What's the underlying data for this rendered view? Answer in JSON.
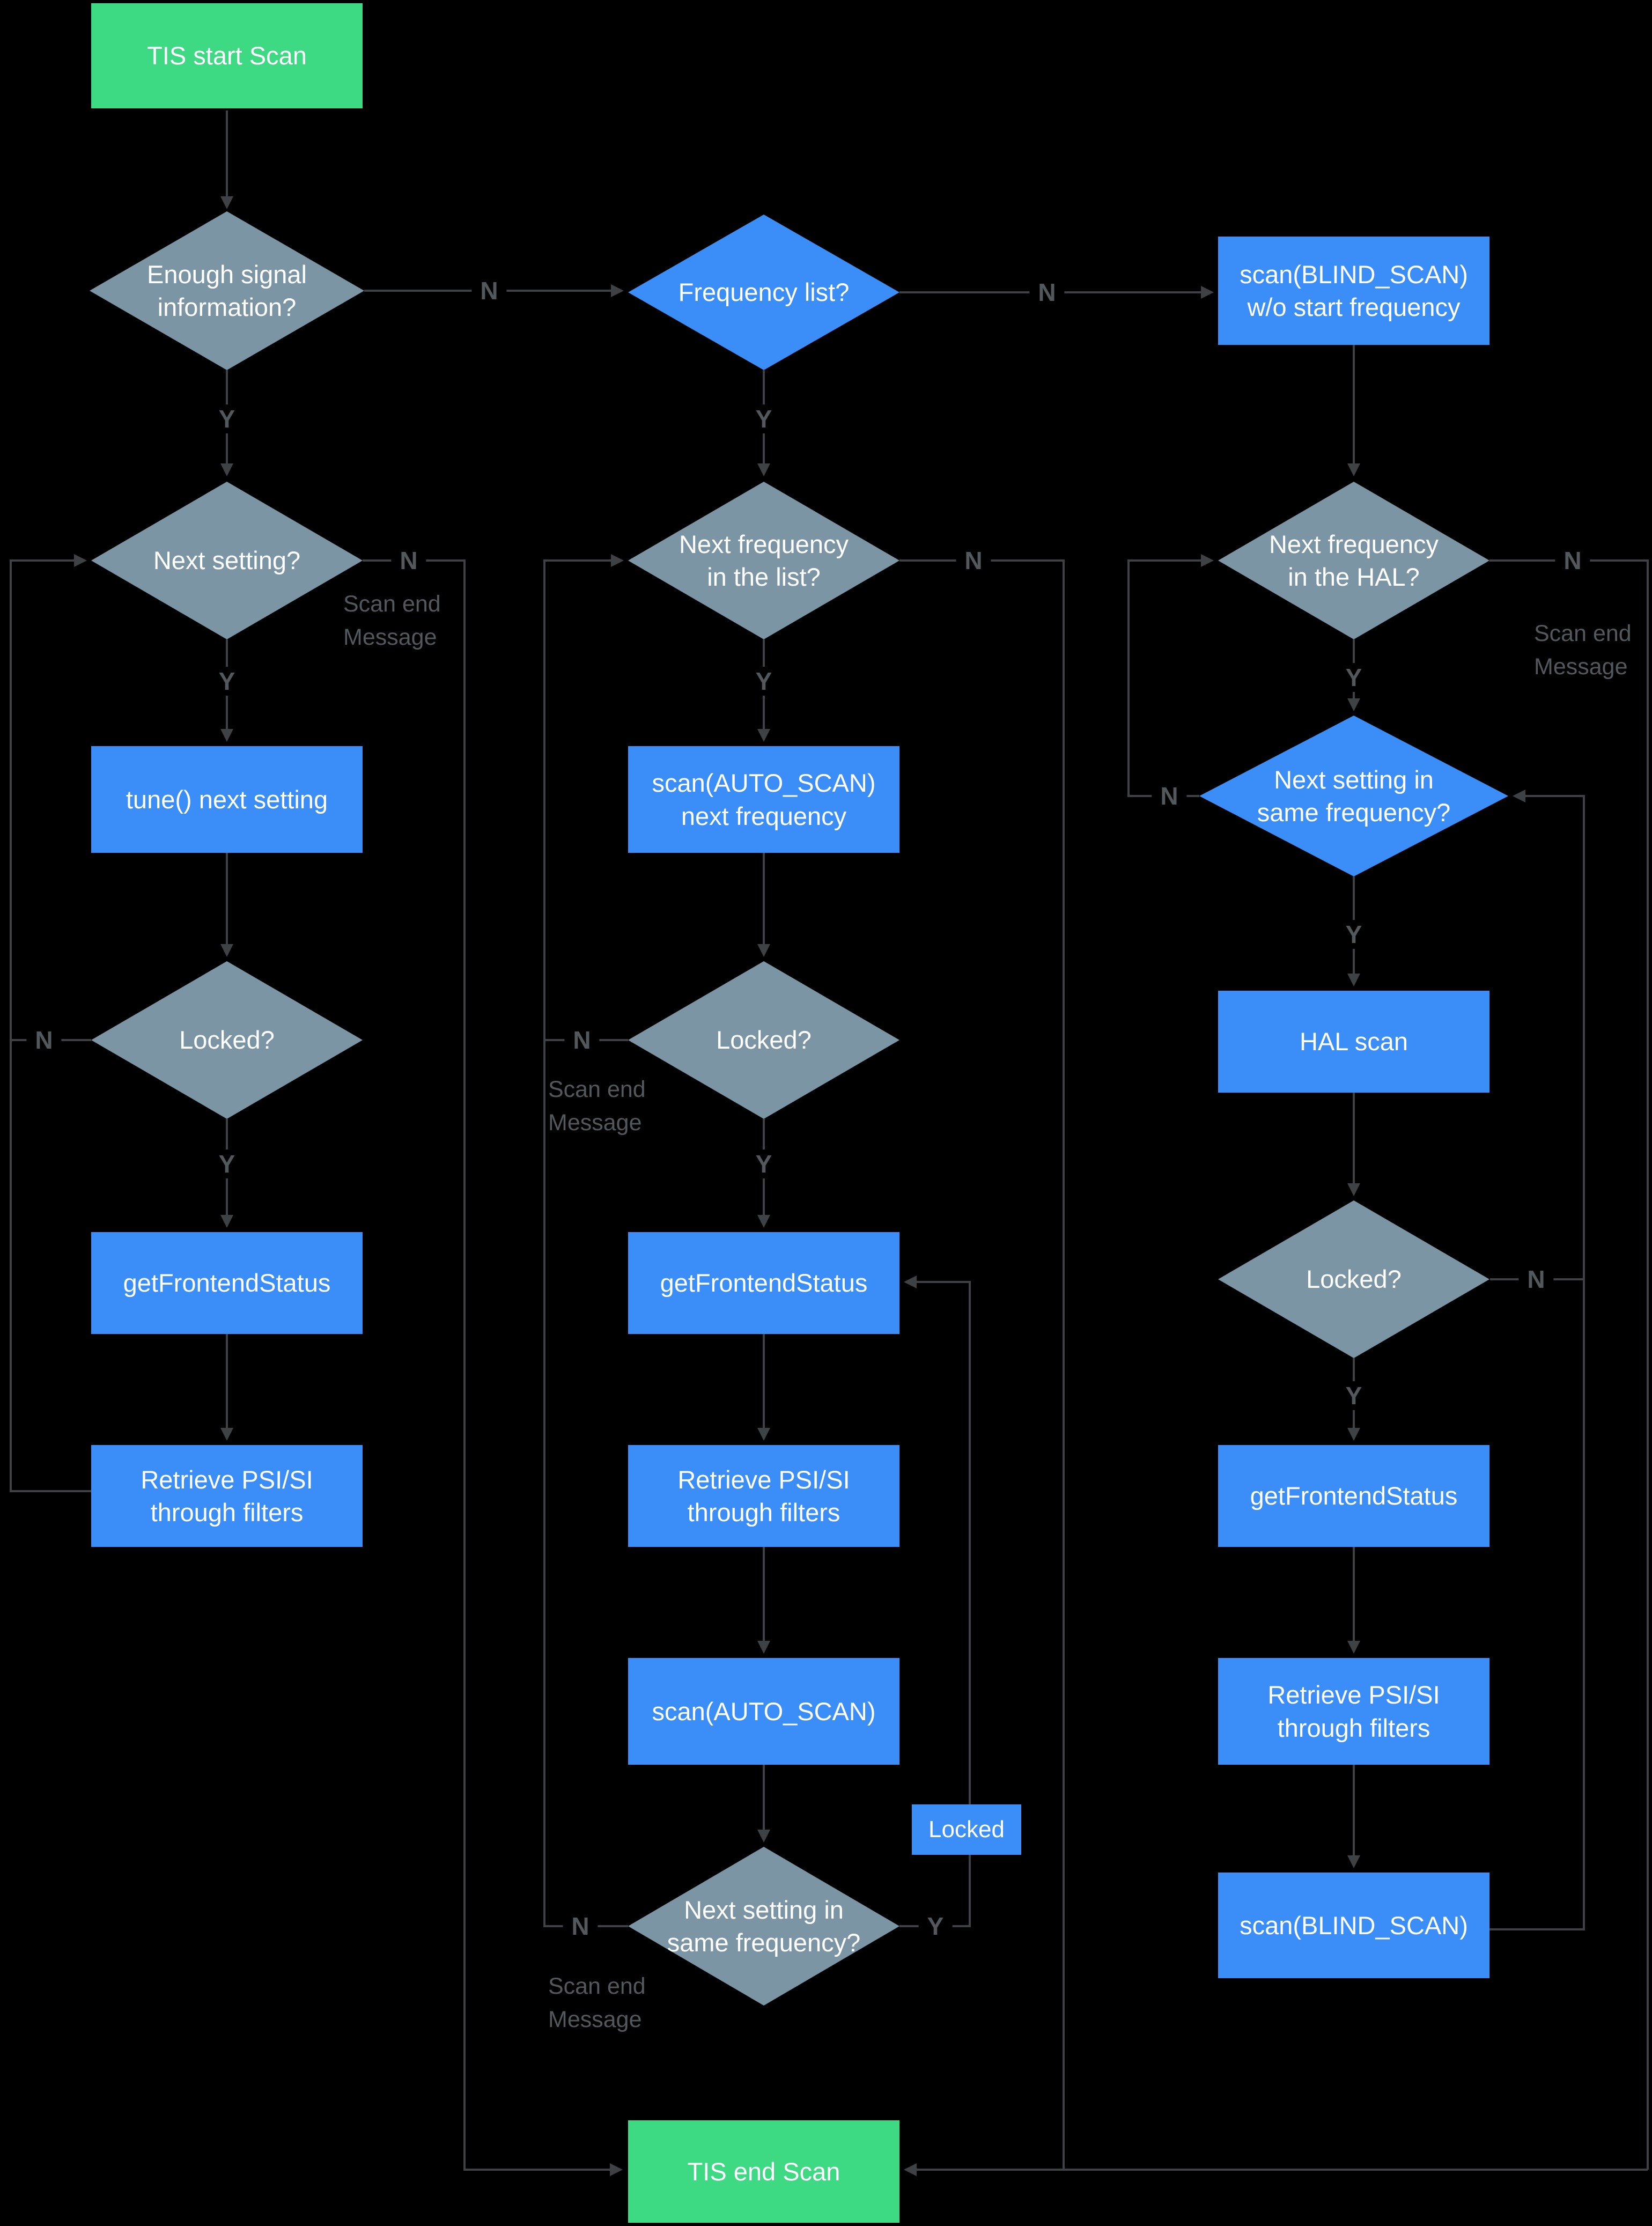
{
  "colors": {
    "background": "#000000",
    "process_blue": "#3b8ef7",
    "decision_gray": "#7b95a4",
    "start_end_green": "#3ed983",
    "connector": "#3e4245",
    "edge_label_text": "#53585c",
    "node_text": "#ffffff"
  },
  "nodes": {
    "start": {
      "label": "TIS start Scan"
    },
    "enough_signal": {
      "label": "Enough signal information?"
    },
    "frequency_list": {
      "label": "Frequency list?"
    },
    "blind_scan_wo_start": {
      "label": "scan(BLIND_SCAN) w/o start frequency"
    },
    "next_setting": {
      "label": "Next setting?"
    },
    "next_frequency_list": {
      "label": "Next frequency in the list?"
    },
    "next_frequency_hal": {
      "label": "Next frequency in the HAL?"
    },
    "tune_next_setting": {
      "label": "tune() next setting"
    },
    "scan_auto_next_frequency": {
      "label": "scan(AUTO_SCAN) next frequency"
    },
    "next_setting_same_frequency_hal": {
      "label": "Next setting in same frequency?"
    },
    "hal_scan": {
      "label": "HAL scan"
    },
    "locked_tuner": {
      "label": "Locked?"
    },
    "locked_auto": {
      "label": "Locked?"
    },
    "locked_hal": {
      "label": "Locked?"
    },
    "get_frontend_status_tuner": {
      "label": "getFrontendStatus"
    },
    "get_frontend_status_auto": {
      "label": "getFrontendStatus"
    },
    "get_frontend_status_hal": {
      "label": "getFrontendStatus"
    },
    "retrieve_psi_tuner": {
      "label": "Retrieve PSI/SI through filters"
    },
    "retrieve_psi_auto": {
      "label": "Retrieve PSI/SI through filters"
    },
    "retrieve_psi_hal": {
      "label": "Retrieve PSI/SI through filters"
    },
    "scan_auto": {
      "label": "scan(AUTO_SCAN)"
    },
    "locked_tag": {
      "label": "Locked"
    },
    "next_setting_same_frequency_auto": {
      "label": "Next setting in same frequency?"
    },
    "scan_blind": {
      "label": "scan(BLIND_SCAN)"
    },
    "end": {
      "label": "TIS end Scan"
    }
  },
  "edge_labels": {
    "yes": "Y",
    "no": "N",
    "scan_end_message": "Scan end Message"
  }
}
